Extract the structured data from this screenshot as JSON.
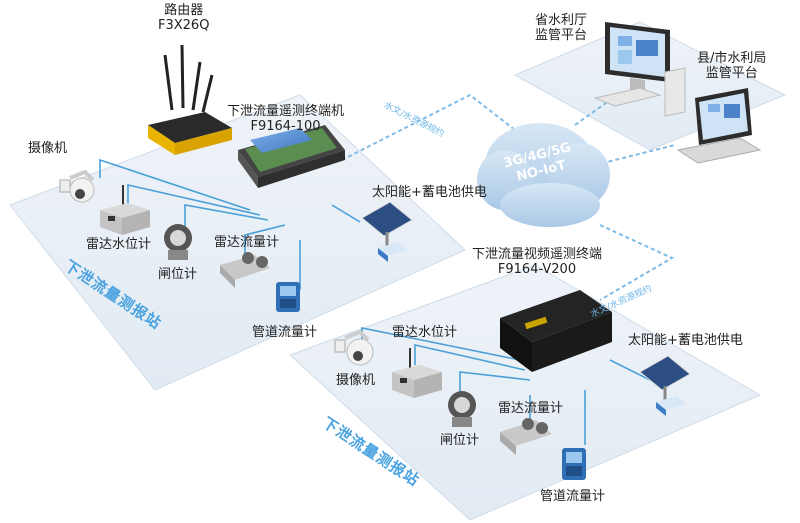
{
  "router": {
    "name": "路由器",
    "model": "F3X26Q"
  },
  "terminal1": {
    "name": "下泄流量遥测终端机",
    "model": "F9164-100"
  },
  "terminal2": {
    "name": "下泄流量视频遥测终端",
    "model": "F9164-V200"
  },
  "cloud": {
    "line1": "3G/4G/5G",
    "line2": "NO-IoT"
  },
  "platforms": {
    "province": {
      "line1": "省水利厅",
      "line2": "监管平台"
    },
    "county": {
      "line1": "县/市水利局",
      "line2": "监管平台"
    }
  },
  "protocols": {
    "p1": "水文/水资源规约",
    "p2": "水文/水资源规约"
  },
  "station1": {
    "title": "下泄流量测报站",
    "camera": "摄像机",
    "radar_level": "雷达水位计",
    "gate": "闸位计",
    "radar_flow": "雷达流量计",
    "pipe": "管道流量计",
    "solar": "太阳能+蓄电池供电"
  },
  "station2": {
    "title": "下泄流量测报站",
    "camera": "摄像机",
    "radar_level": "雷达水位计",
    "gate": "闸位计",
    "radar_flow": "雷达流量计",
    "pipe": "管道流量计",
    "solar": "太阳能+蓄电池供电"
  },
  "colors": {
    "platform_bg": "#eaf1f7",
    "line": "#4a9fd8",
    "cloud": "#b9d4ec",
    "station_text": "#4aa3e0",
    "router_body": "#e8b400",
    "screen": "#4b82c9"
  }
}
